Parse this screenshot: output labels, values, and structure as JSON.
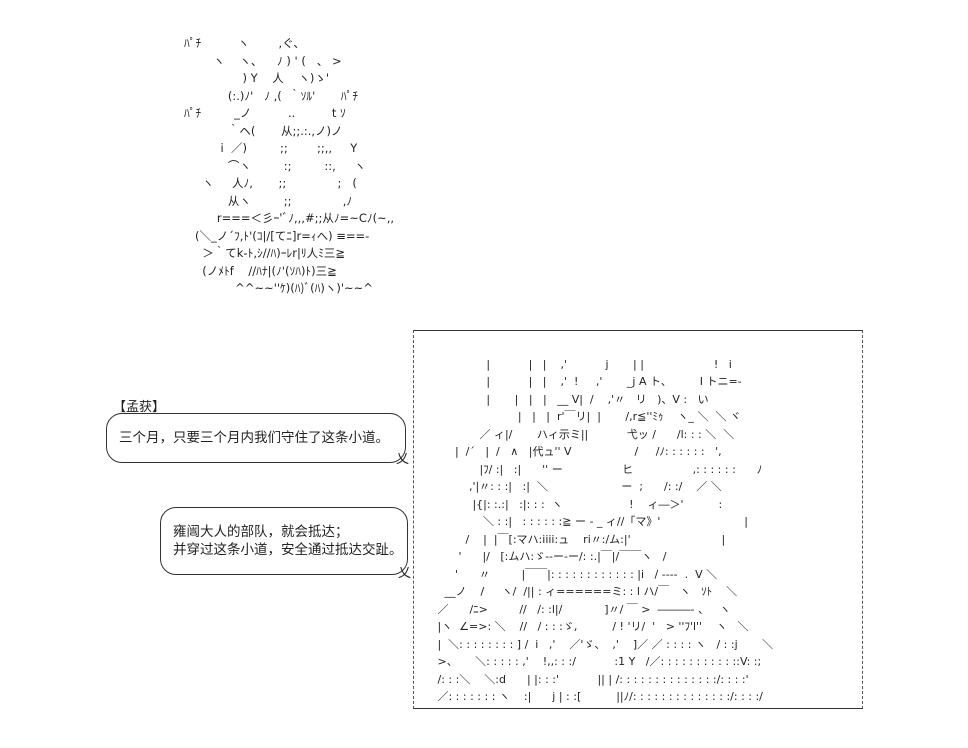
{
  "top_art": {
    "lines": [
      "ﾊﾟﾁ          ヽ        ,ぐ、",
      "        ヽ    ヽ、    ﾉ ) ' (   、 >",
      "                ) Y    人    ヽ)ゝ'",
      "            (:.)ﾉ'   ﾉ ,(  ｀ｿﾙ'       ﾊﾟﾁ",
      "ﾊﾟﾁ         _ノ          ..          t ｿ",
      "            ｀ヘ(       从;;.:.,ノ)ノ",
      "          i  ／)         ;;        ;;,,     Y",
      "            ⌒ヽ         :;         ::,     ヽ",
      "     ヽ     人ﾉ,       ;;              ;   (",
      "            从ヽ         ;;              ,ﾉ",
      "         r===＜彡ｰ'ﾞﾉ,,,#;;从ﾉ=~Cﾉ(~,,",
      "   (＼_ノ´ﾌ,ﾄ'(ｺ|/[てﾆ]r=ｨへ) ≡==-",
      "     ＞｀てk-ﾄ,ｼ//ﾊ)ｰﾚr|ﾘ人ﾐ三≧",
      "     (ノﾒﾄf    //ﾊﾅ|(ﾉ'(ｿﾊ)ﾄ)三≧",
      "              ^^~~''ｹ)(ﾊ)ﾞ(ﾊ)ヽ)'~~^"
    ]
  },
  "dialogue": {
    "speaker": "【孟获】",
    "bubble_1": "三个月，只要三个月内我们守住了这条小道。",
    "bubble_2_lines": [
      "雍闿大人的部队，就会抵达；",
      "并穿过这条小道，安全通过抵达交趾。"
    ],
    "tail": "乂"
  },
  "right_art": {
    "lines": [
      "",
      "                   |           |   |    ,'           j       | |                    !   i",
      "                   |           |   |    ,'  !     ,'       _j A ト、        I トニ=-",
      "                   |       |   |   |   __ V|  /    ,'〃   リ   )、V :   い",
      "                            |   |   |  r'￣リ|  |       /,r≦''ﾐｩ    ヽ_ ＼  ＼ ヾ",
      "                 ／ ィ|/       ハィ示ミ||           弋ッ /      /l: : : ＼  ＼",
      "          |  /´   |  /   ∧   |代ュ'' V                  /     /ﾉ: : : : : :   ',",
      "                 |ﾌ/ :|   :|      '' ー                 ヒ                 ,: : : : : :      ﾉ",
      "              ,'|〃: : :|   :|  ＼                     ー  ;      /: :/    ／ ＼",
      "               |{|: :.:|   :|: : :  ヽ                   !    ィ―＞'          :",
      "                  ＼ : :|   : : : : : :≧ ー ‐ _ ィ//「マ》'                        |",
      "             /    |  |￣[:マハ:iiii:ュ    ri〃:/ム:|'                          |",
      "           '      |/   [:ムハ:ゞ‐‐ー‐ー/: :.|￣|/￣￣ヽ   /",
      "          '      〃         |￣￣|: : : : : : : : : : : : |i   / ‐‐‐‐  .  V ＼",
      "       __ノ    /     ヽ/  /|| : ィ======ミ: : l ハ/￣   ヽ   ｿﾄ    ＼",
      "     ／      /ﾆ>         //   /: :l|/            ]〃/ ￣ >  ―――‐ 、   ヽ",
      "     |ヽ  ∠=>: ＼    //   / : : :ゞ,          / ! 'リ/  '   > ''ﾌ'l''    ヽ   ＼",
      "     |  ＼: : : : : : : : ] /  i   ,'    ／'ゞ、  ,'    ]／ ／ : : : : ヽ   / : :j       ＼",
      "     >、     ＼: : : : : ,'    !,,: : :/           :1 Y   /／: : : : : : : : : : ::V: :;",
      "     /: : :＼    ＼:d      | |: : :'           || | /: : : : : : : : : : : : : :/: : : :'",
      "     ／: : : : : : : ヽ    :|      j | : :[          ||ﾉ/: : : : : : : : : : : : : :/: : : :/"
    ]
  }
}
